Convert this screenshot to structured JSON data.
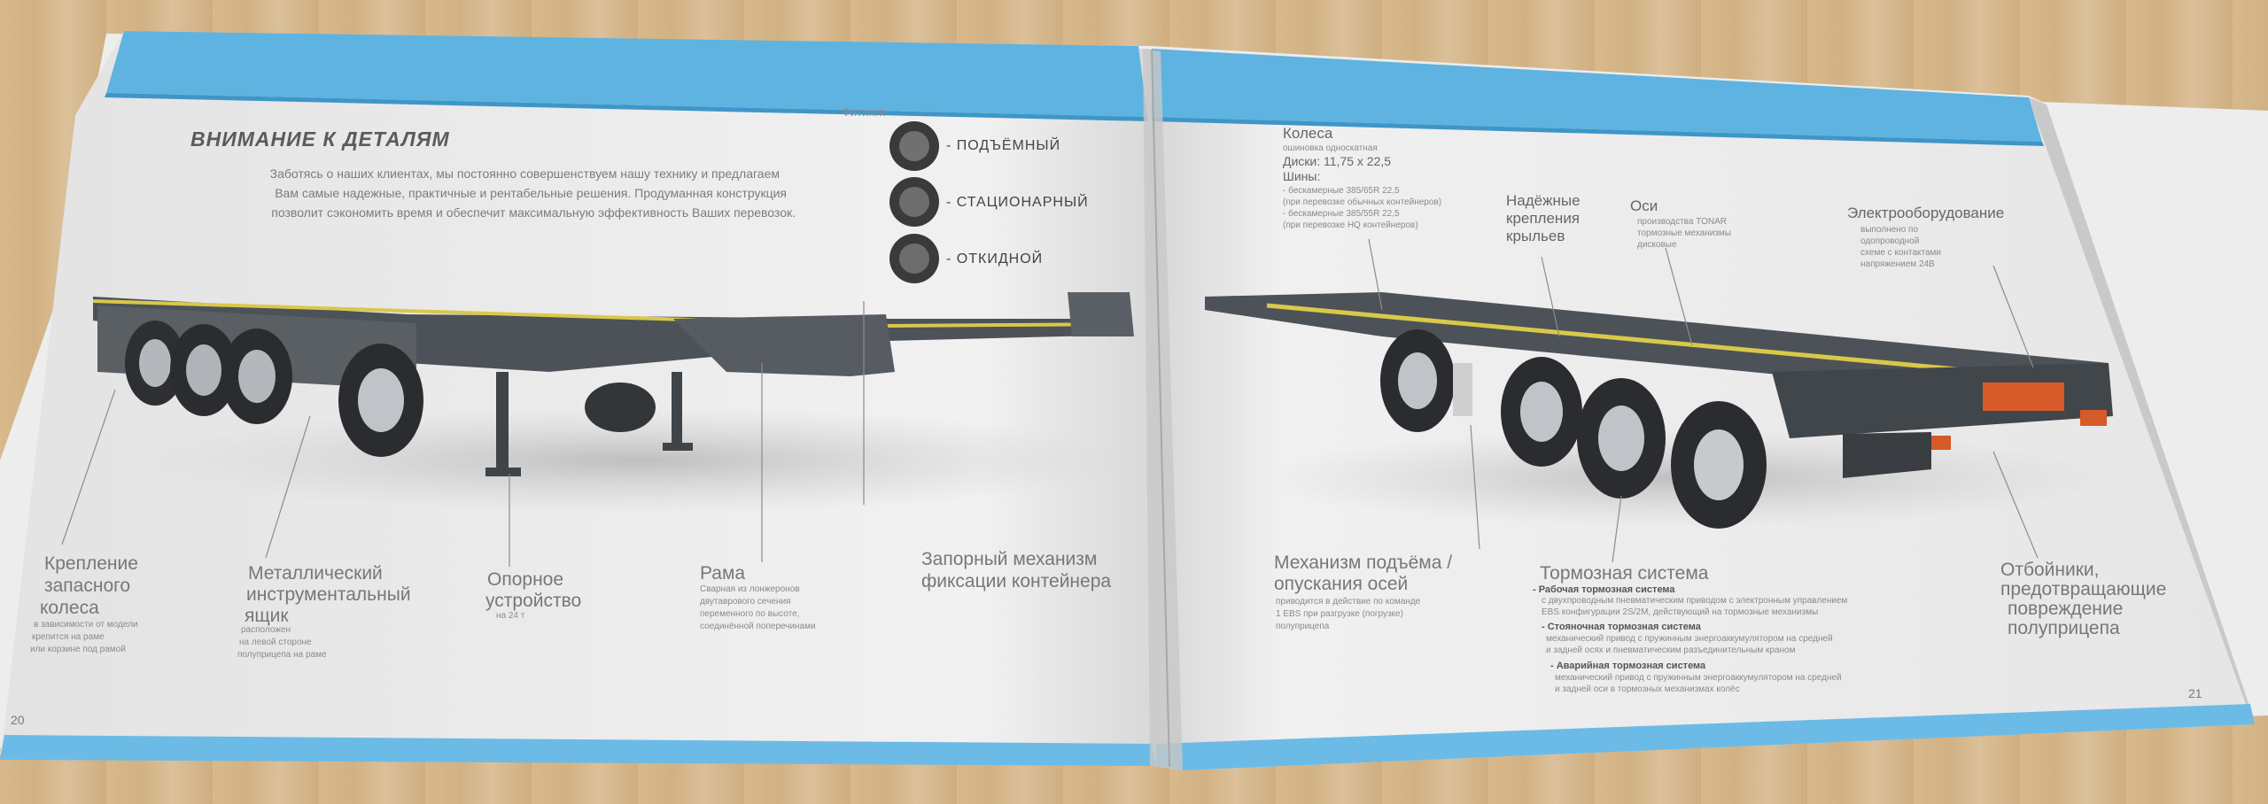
{
  "left_page": {
    "heading": "ВНИМАНИЕ К ДЕТАЛЯМ",
    "intro_lines": [
      "Заботясь о наших клиентах, мы постоянно совершенствуем нашу технику и предлагаем",
      "Вам самые надежные, практичные и рентабельные решения. Продуманная конструкция",
      "позволит сэкономить время и обеспечит максимальную эффективность Ваших перевозок."
    ],
    "fittings": {
      "title": "Фитинги",
      "items": [
        "- ПОДЪЁМНЫЙ",
        "- СТАЦИОНАРНЫЙ",
        "- ОТКИДНОЙ"
      ]
    },
    "callouts": {
      "spare_wheel": {
        "lines": [
          "Крепление",
          "запасного",
          "колеса"
        ],
        "desc": [
          "в зависимости от модели",
          "крепится на раме",
          "или корзине под рамой"
        ]
      },
      "toolbox": {
        "lines": [
          "Металлический",
          "инструментальный",
          "ящик"
        ],
        "desc": [
          "расположен",
          "на левой стороне",
          "полуприцепа на раме"
        ]
      },
      "support": {
        "lines": [
          "Опорное",
          "устройство"
        ],
        "desc": [
          "на 24 т"
        ]
      },
      "frame": {
        "lines": [
          "Рама"
        ],
        "desc": [
          "Сварная из лонжеронов",
          "двутаврового сечения",
          "переменного по высоте,",
          "соединённой поперечинами"
        ]
      },
      "lock": {
        "lines": [
          "Запорный механизм",
          "фиксации контейнера"
        ]
      }
    },
    "page_number": "20"
  },
  "right_page": {
    "wheels": {
      "title": "Колеса",
      "desc": [
        "ошиновка односкатная"
      ],
      "rims": "Диски: 11,75 x 22,5",
      "tires_title": "Шины:",
      "tires": [
        "- бескамерные 385/65R 22,5",
        "(при перевозке обычных контейнеров)",
        "- бескамерные 385/55R 22,5",
        "(при перевозке HQ контейнеров)"
      ]
    },
    "wing_mount": {
      "lines": [
        "Надёжные",
        "крепления",
        "крыльев"
      ]
    },
    "axles": {
      "title": "Оси",
      "desc": [
        "производства TONAR",
        "тормозные механизмы",
        "дисковые"
      ]
    },
    "electrical": {
      "title": "Электрооборудование",
      "desc": [
        "выполнено по",
        "одопроводной",
        "схеме с контактами",
        "напряжением 24В"
      ]
    },
    "lift": {
      "lines": [
        "Механизм подъёма /",
        "опускания осей"
      ],
      "desc": [
        "приводится в действие по команде",
        "1 EBS при разгрузке (погрузке)",
        "полуприцепа"
      ]
    },
    "brakes": {
      "title": "Тормозная система",
      "items": [
        {
          "label": "- Рабочая тормозная система",
          "desc": [
            "с двухпроводным пневматическим приводом с электронным управлением",
            "EBS конфигурации 2S/2M, действующий на тормозные механизмы"
          ]
        },
        {
          "label": "- Стояночная тормозная система",
          "desc": [
            "механический привод с пружинным энергоаккумулятором на средней",
            "и задней осях и пневматическим разъединительным краном"
          ]
        },
        {
          "label": "- Аварийная тормозная система",
          "desc": [
            "механический привод с пружинным энергоаккумулятором на средней",
            "и задней оси в тормозных механизмах колёс"
          ]
        }
      ]
    },
    "bumpers": {
      "lines": [
        "Отбойники,",
        "предотвращающие",
        "повреждение",
        "полуприцепа"
      ]
    },
    "page_number": "21"
  },
  "colors": {
    "blue_band": "#5fb3e0",
    "paper": "#ececec",
    "frame_gray": "#4a4f55",
    "stripe_yellow": "#d9c84a",
    "table": "#d4b688"
  }
}
